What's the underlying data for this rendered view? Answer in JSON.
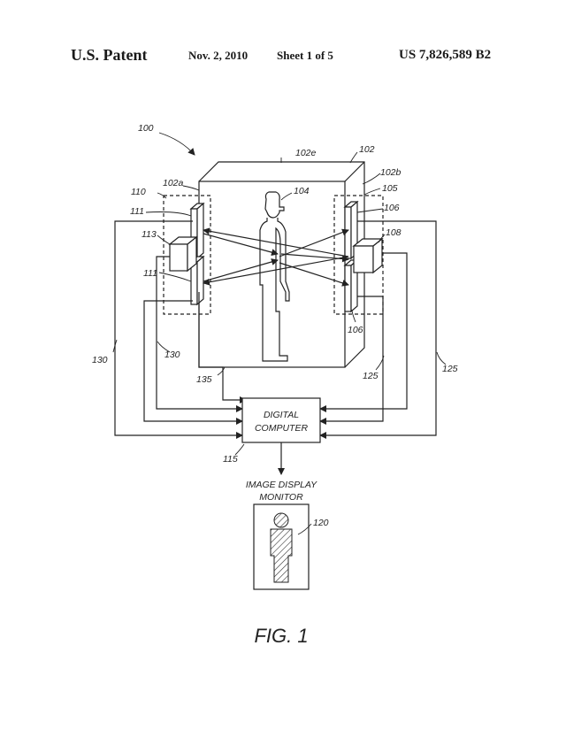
{
  "header": {
    "patent": "U.S. Patent",
    "date": "Nov. 2, 2010",
    "sheet": "Sheet 1 of 5",
    "number": "US 7,826,589 B2"
  },
  "figure": {
    "caption": "FIG. 1",
    "computer_label_line1": "DIGITAL",
    "computer_label_line2": "COMPUTER",
    "monitor_label_line1": "IMAGE DISPLAY",
    "monitor_label_line2": "MONITOR",
    "refs": {
      "r100": "100",
      "r102": "102",
      "r102e": "102e",
      "r102a": "102a",
      "r102b": "102b",
      "r104": "104",
      "r105": "105",
      "r106_top": "106",
      "r106_bottom": "106",
      "r108": "108",
      "r110": "110",
      "r111_top": "111",
      "r111_bottom": "111",
      "r113": "113",
      "r115": "115",
      "r120": "120",
      "r125_inner": "125",
      "r125_outer": "125",
      "r130_outer": "130",
      "r130_inner": "130",
      "r135": "135"
    }
  }
}
